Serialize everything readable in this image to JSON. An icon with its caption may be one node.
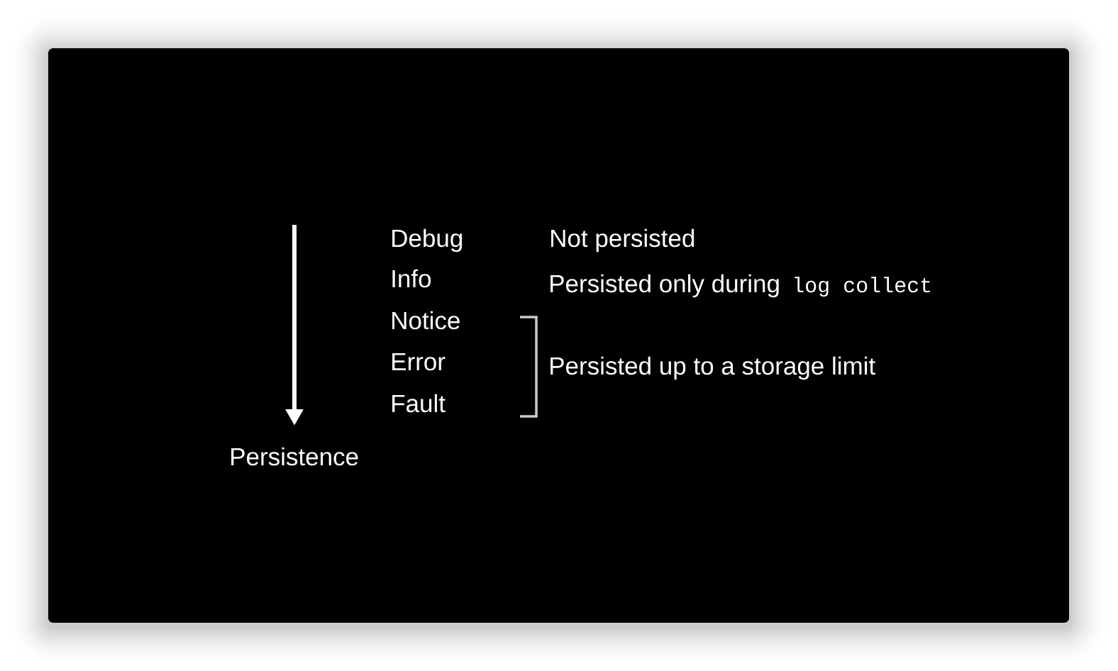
{
  "diagram": {
    "labels": [
      "Debug",
      "Not persisted",
      "Info",
      "Persisted only during",
      "log collect",
      "Notice",
      "Error",
      "Persisted up to a storage limit",
      "Fault",
      "Persistence"
    ]
  }
}
